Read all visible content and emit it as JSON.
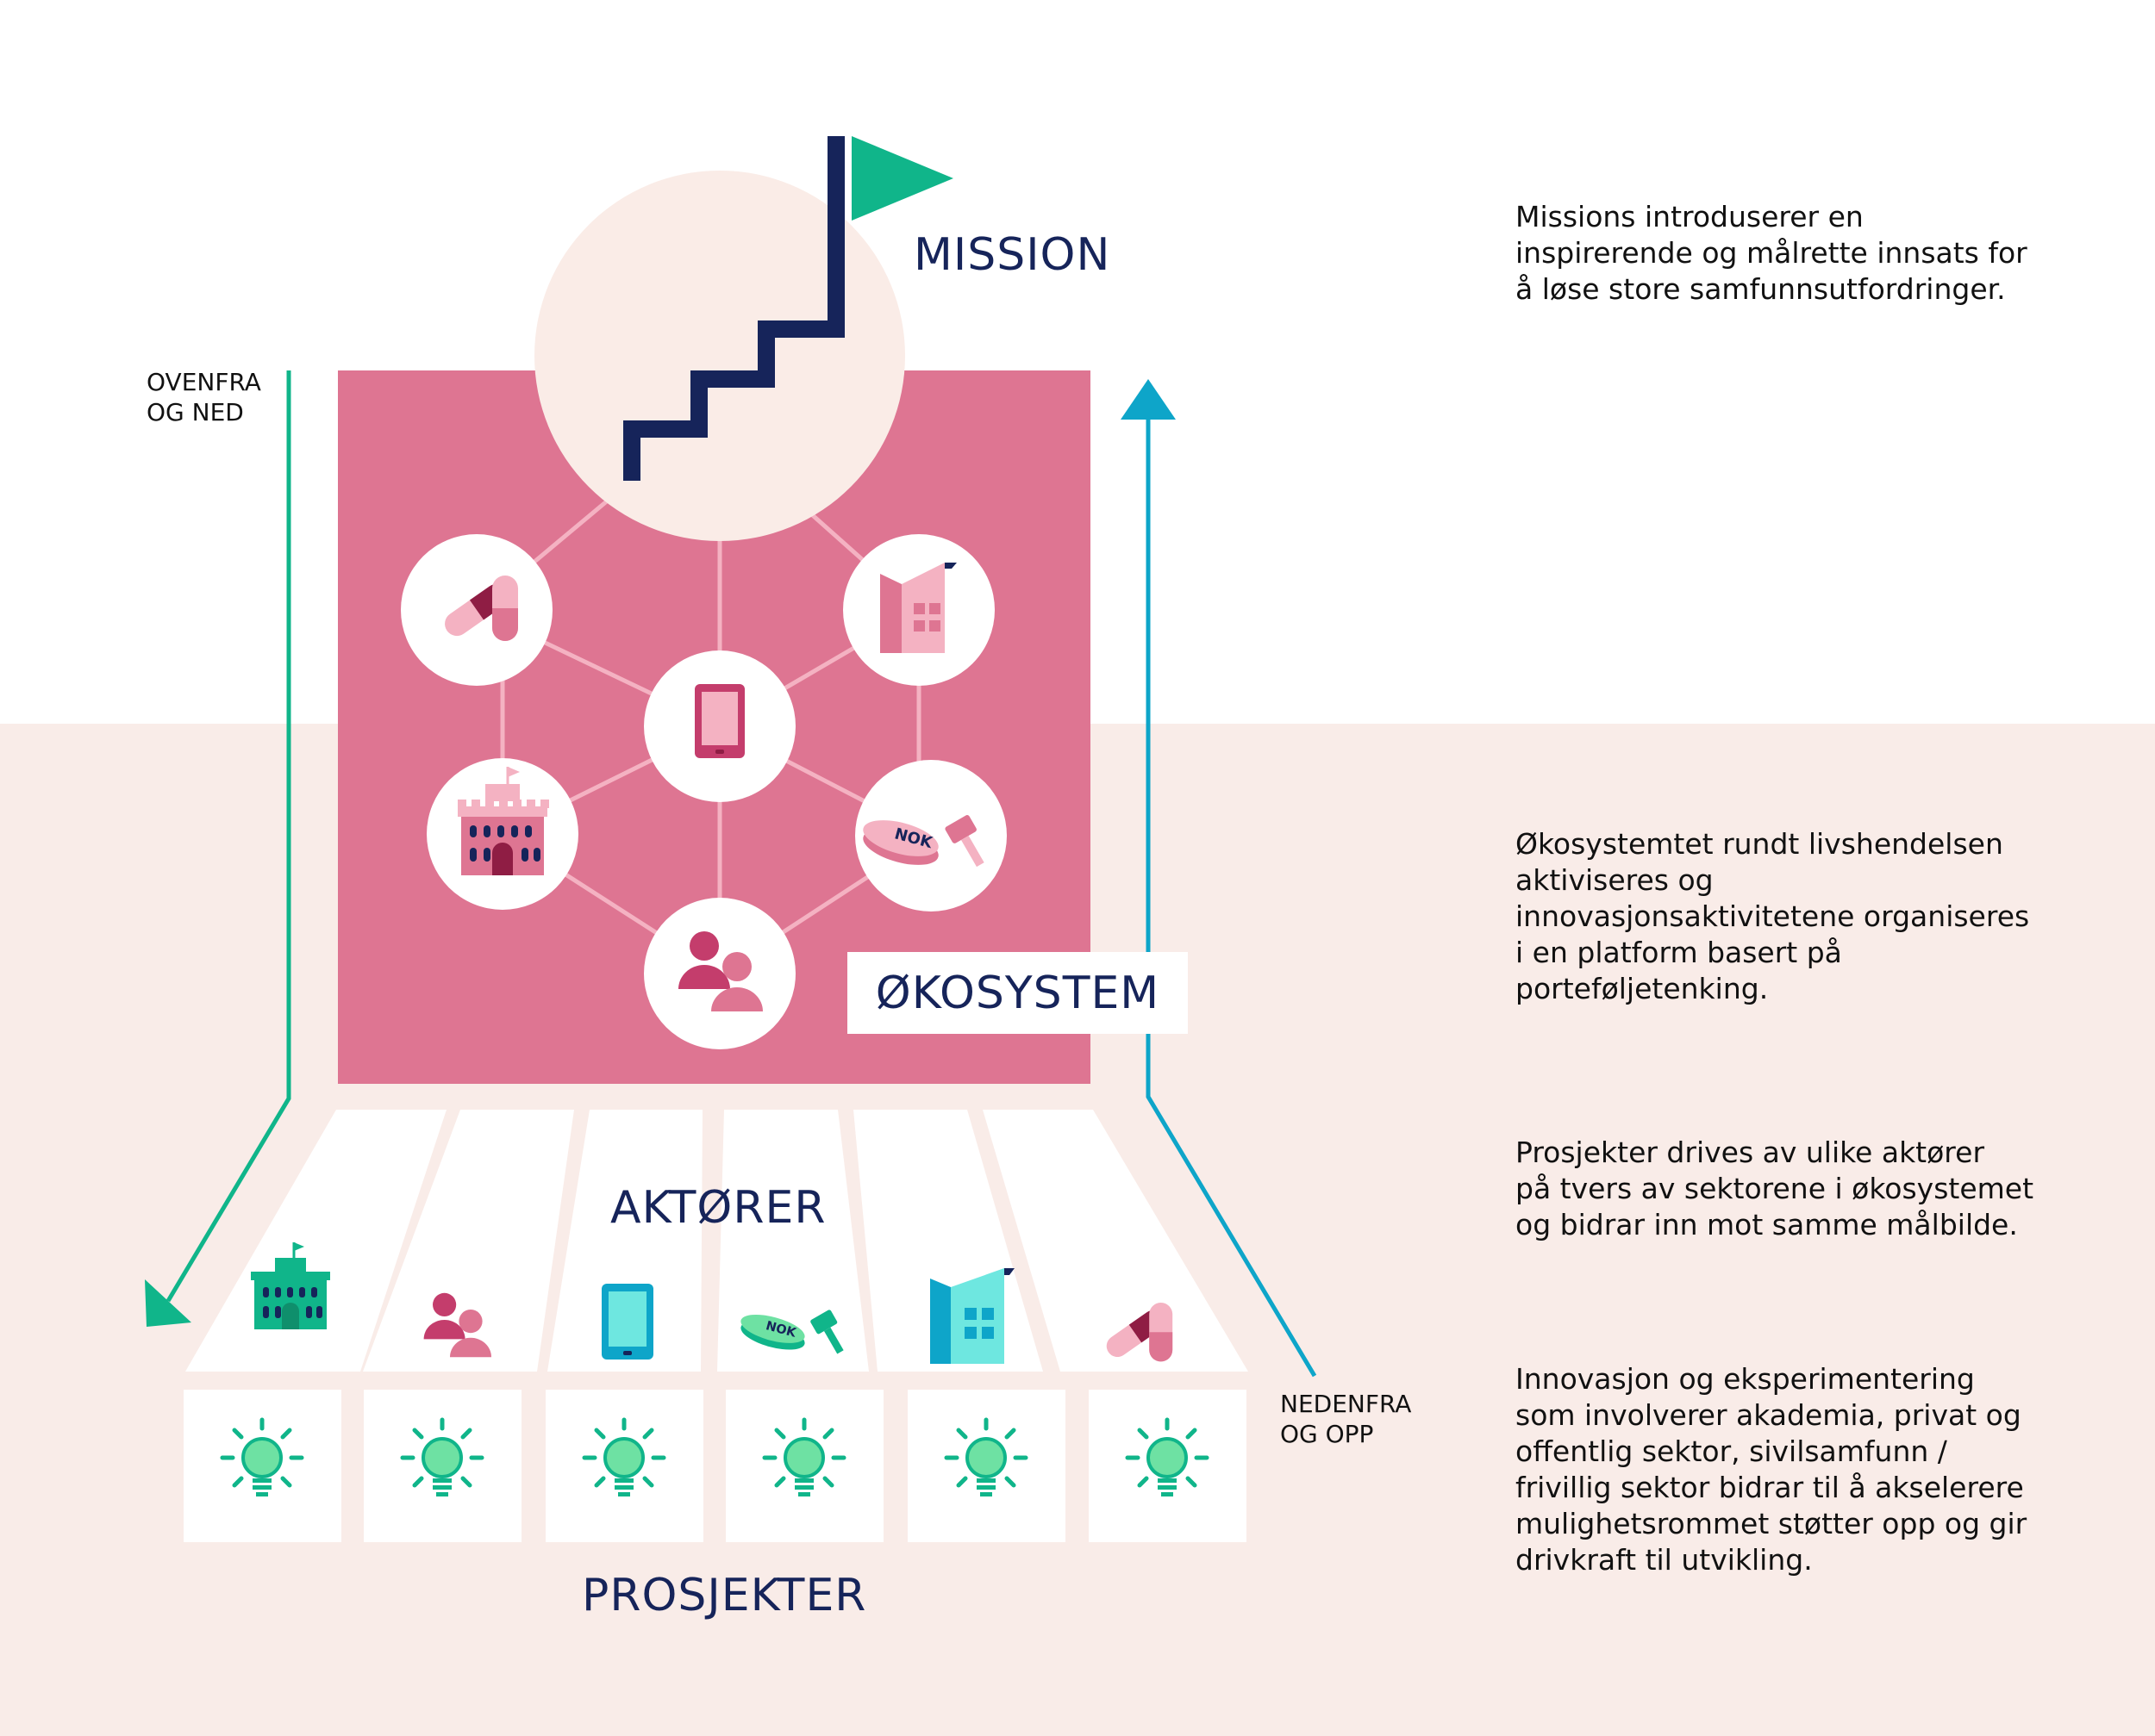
{
  "titles": {
    "mission": "MISSION",
    "okosystem": "ØKOSYSTEM",
    "aktorer": "AKTØRER",
    "prosjekter": "PROSJEKTER"
  },
  "side_labels": {
    "top_down_line1": "OVENFRA",
    "top_down_line2": "OG NED",
    "bottom_up_line1": "NEDENFRA",
    "bottom_up_line2": "OG OPP"
  },
  "descriptions": {
    "mission": [
      "Missions introduserer en",
      "inspirerende og målrette innsats for",
      "å løse store samfunnsutfordringer."
    ],
    "okosystem": [
      "Økosystemtet rundt livshendelsen",
      "aktiviseres og",
      "innovasjonsaktivitetene organiseres",
      "i en platform basert på",
      "porteføljetenking."
    ],
    "aktorer": [
      "Prosjekter drives av ulike aktører",
      "på tvers av sektorene i økosystemet",
      "og bidrar inn mot samme målbilde."
    ],
    "prosjekter": [
      "Innovasjon og eksperimentering",
      "som involverer akademia, privat og",
      "offentlig sektor, sivilsamfunn /",
      "frivillig sektor bidrar til å akselerere",
      "mulighetsrommet støtter opp og gir",
      "drivkraft til utvikling."
    ]
  },
  "coin_label": "NOK",
  "colors": {
    "navy": "#16245a",
    "pink_box": "#de7592",
    "light_pink": "#f4b2c2",
    "dark_pink": "#c43d6c",
    "maroon": "#8f1d44",
    "cream": "#faece7",
    "teal_green": "#10b58a",
    "aqua": "#6ee7e0",
    "blue_arrow": "#0ea5c9",
    "bulb_green": "#6ee1a3"
  },
  "icons": {
    "ecosystem": [
      "pill-icon",
      "office-building-icon",
      "tablet-icon",
      "government-building-icon",
      "coins-gavel-icon",
      "people-icon"
    ],
    "actors": [
      "government-building-icon",
      "people-icon",
      "tablet-icon",
      "coins-gavel-icon",
      "office-building-icon",
      "pill-icon"
    ],
    "projects": [
      "lightbulb-icon",
      "lightbulb-icon",
      "lightbulb-icon",
      "lightbulb-icon",
      "lightbulb-icon",
      "lightbulb-icon"
    ]
  }
}
